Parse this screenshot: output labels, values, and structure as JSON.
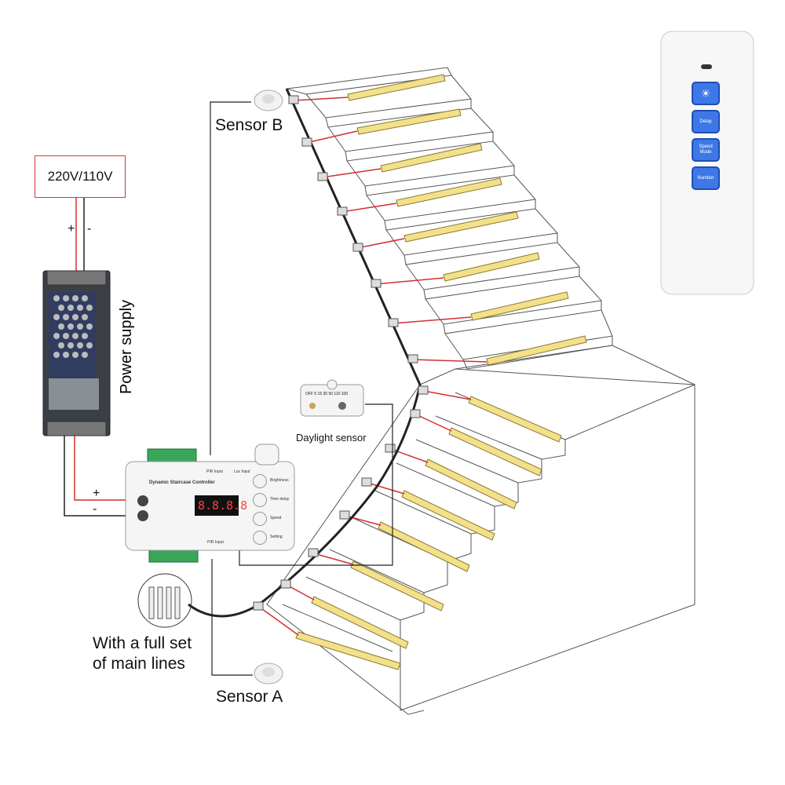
{
  "labels": {
    "voltage": "220V/110V",
    "plus": "+",
    "minus": "-",
    "power_supply": "Power supply",
    "sensor_b": "Sensor B",
    "sensor_a": "Sensor A",
    "daylight_sensor": "Daylight sensor",
    "main_lines_1": "With a full set",
    "main_lines_2": "of main lines"
  },
  "controller": {
    "title": "Dynamic Staircase Controller",
    "display": "8.8.8.8",
    "pir_top": "PIR Input",
    "lux_top": "Lux Input",
    "pir_bottom": "PIR Input",
    "buttons": [
      "Brightness",
      "Time delay",
      "Speed",
      "Setting"
    ]
  },
  "daylight": {
    "scale": "OFF 5 15 30 50 110 100"
  },
  "remote": {
    "buttons": [
      "☀",
      "Delay",
      "Speed Mode",
      "Number"
    ]
  },
  "colors": {
    "wire_red": "#d32f2f",
    "wire_black": "#222222",
    "led_yellow": "#f3e08a",
    "remote_blue": "#3d78e6",
    "terminal_green": "#3aa65a"
  }
}
